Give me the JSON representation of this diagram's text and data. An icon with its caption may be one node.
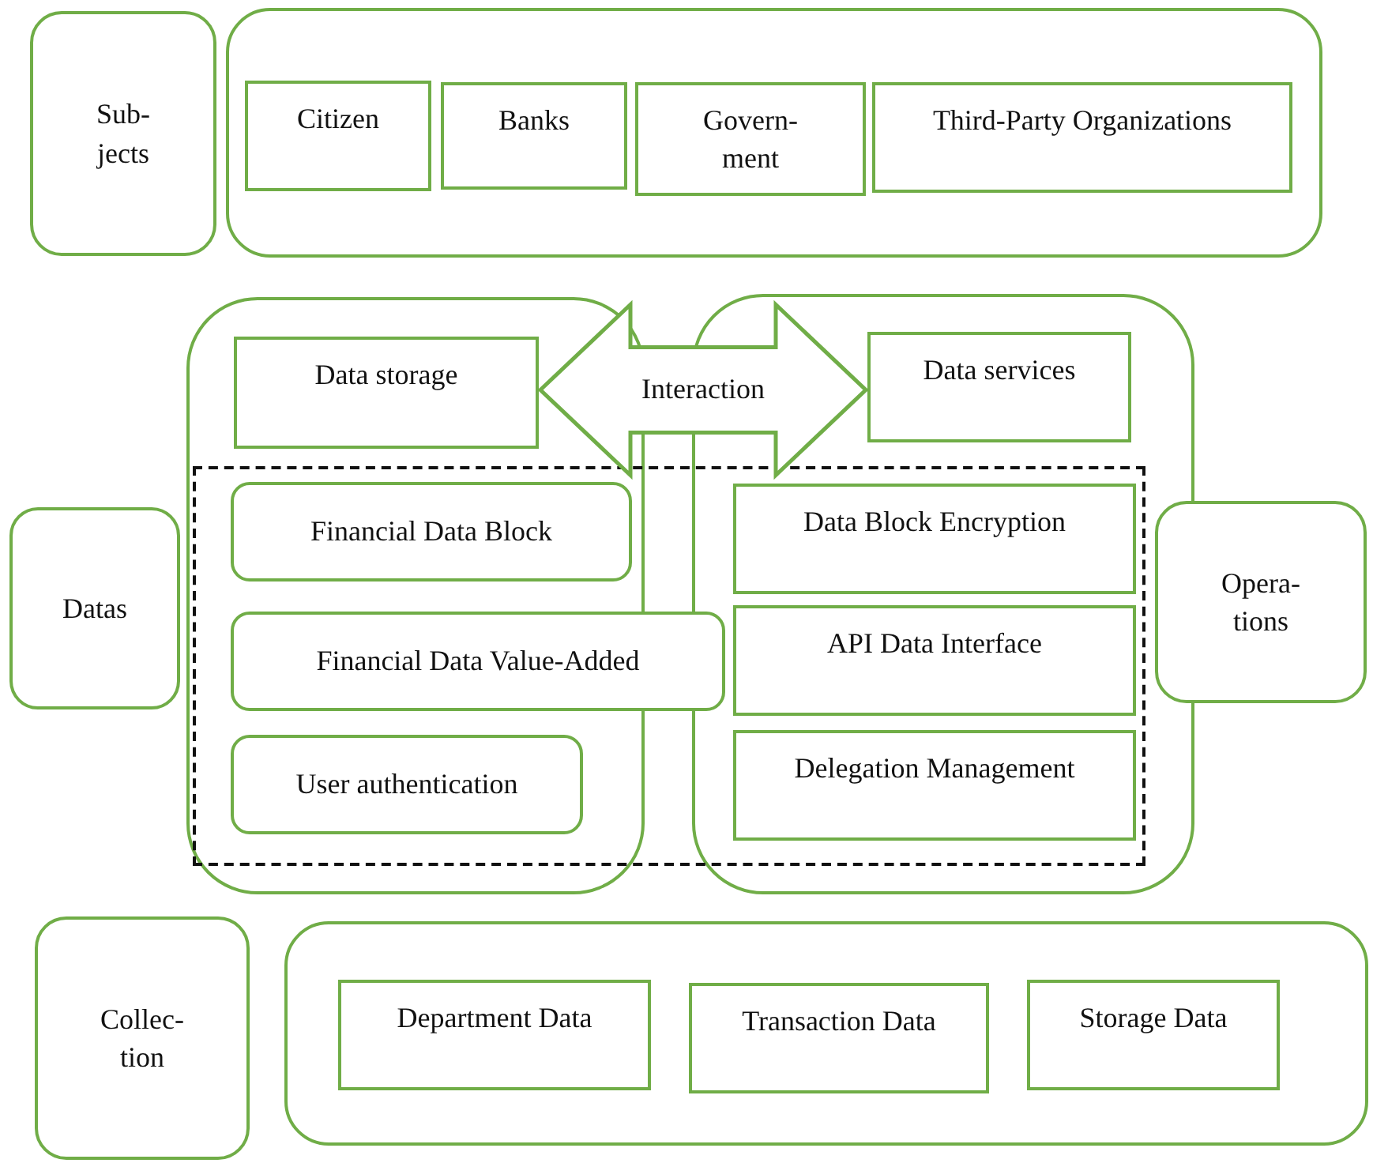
{
  "diagram": {
    "nodes": [
      {
        "text": [
          "Sub- jects"
        ]
      },
      {
        "text": [],
        "shape": "box"
      },
      {
        "text": [
          "Citizen"
        ],
        "in": 1
      },
      {
        "text": [
          "Banks"
        ],
        "in": 1
      },
      {
        "text": [
          "Govern- ment"
        ],
        "in": 1
      },
      {
        "text": [
          "Third-Party Organizations"
        ],
        "in": 1
      },
      {
        "text": [],
        "shape": "box"
      },
      {
        "text": [],
        "shape": "box"
      },
      {
        "text": [
          "Data storage"
        ],
        "in": 6
      },
      {
        "text": [
          "Data services"
        ],
        "in": 7
      },
      {
        "text": [
          "Datas"
        ]
      },
      {
        "text": [],
        "shape": "box"
      },
      {
        "text": [
          "Financial Data Block"
        ]
      },
      {
        "text": [
          "Data Block Encryption"
        ]
      },
      {
        "text": [
          "Financial Data Value-Added"
        ],
        "in": 11
      },
      {
        "text": [
          "API Data Interface"
        ]
      },
      {
        "text": [
          "User authentication"
        ]
      },
      {
        "text": [
          "Delegation Management"
        ]
      },
      {
        "text": [
          "Opera- tions"
        ]
      },
      {
        "text": [
          "Collec- tion"
        ]
      },
      {
        "text": [],
        "shape": "box"
      },
      {
        "text": [
          "Department Data"
        ],
        "in": 20
      },
      {
        "text": [
          "Transaction Data"
        ],
        "in": 20
      },
      {
        "text": [
          "Storage Data"
        ],
        "in": 20
      }
    ],
    "edges": [
      {
        "from": 8,
        "to": 9,
        "arrow": "both",
        "label": "Interaction",
        "style": "thick"
      }
    ]
  }
}
